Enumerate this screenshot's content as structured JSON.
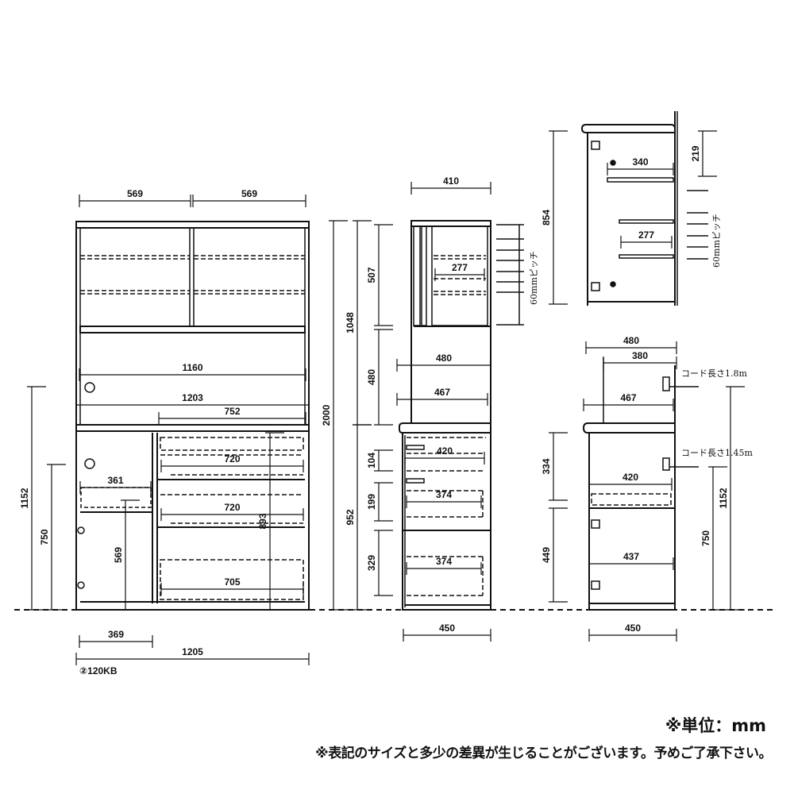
{
  "front": {
    "model": "②120KB",
    "dims": {
      "w569a": "569",
      "w569b": "569",
      "w1160": "1160",
      "w1203": "1203",
      "w752": "752",
      "w720a": "720",
      "w720b": "720",
      "w705": "705",
      "h893": "893",
      "w361": "361",
      "h569": "569",
      "h1152": "1152",
      "h750": "750",
      "w369": "369",
      "w1205": "1205",
      "h2000": "2000",
      "h1048": "1048",
      "h507": "507",
      "h480": "480",
      "h952": "952",
      "h104": "104",
      "h199": "199",
      "h329": "329"
    }
  },
  "side": {
    "pitch": "60mmピッチ",
    "dims": {
      "w410": "410",
      "w277": "277",
      "w480": "480",
      "w467": "467",
      "w420": "420",
      "w374a": "374",
      "w374b": "374",
      "w450": "450"
    }
  },
  "right_upper": {
    "pitch": "60mmピッチ",
    "dims": {
      "w340": "340",
      "w277": "277",
      "h854": "854",
      "h219": "219"
    }
  },
  "right_lower": {
    "cord_upper": "コード長さ1.8m",
    "cord_lower": "コード長さ1.45m",
    "dims": {
      "w480": "480",
      "w380": "380",
      "w467": "467",
      "w420": "420",
      "w437": "437",
      "h334": "334",
      "h449": "449",
      "w450": "450",
      "h1152": "1152",
      "h750": "750"
    }
  },
  "notes": {
    "unit": "※単位：mm",
    "disclaimer": "※表記のサイズと多少の差異が生じることがございます。予めご了承下さい。"
  }
}
